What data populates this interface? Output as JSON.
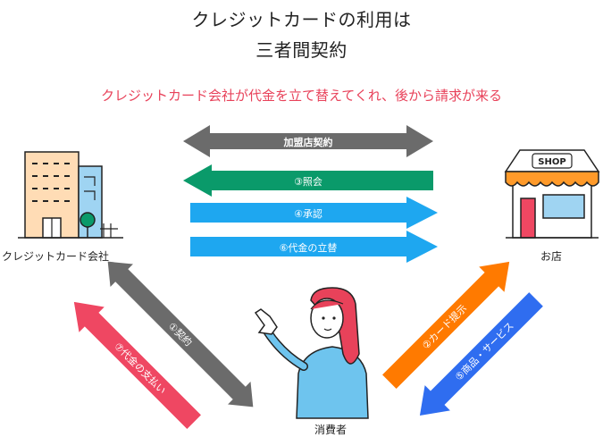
{
  "title_line1": "クレジットカードの利用は",
  "title_line2": "三者間契約",
  "subtitle": "クレジットカード会社が代金を立て替えてくれ、後から請求が来る",
  "actors": {
    "card_company": "クレジットカード会社",
    "shop": "お店",
    "consumer": "消費者",
    "shop_sign": "SHOP"
  },
  "arrows": {
    "merchant_contract": "加盟店契約",
    "inquiry": "③照会",
    "approval": "④承認",
    "advance_payment": "⑥代金の立替",
    "contract": "①契約",
    "payment": "⑦代金の支払い",
    "card_present": "②カード提示",
    "goods_services": "⑤商品・サービス"
  },
  "colors": {
    "gray": "#6b6b6b",
    "green": "#0a9a6a",
    "blue": "#1ea7f0",
    "red": "#ef4762",
    "orange": "#ff7a00",
    "royal_blue": "#2f6df0"
  }
}
